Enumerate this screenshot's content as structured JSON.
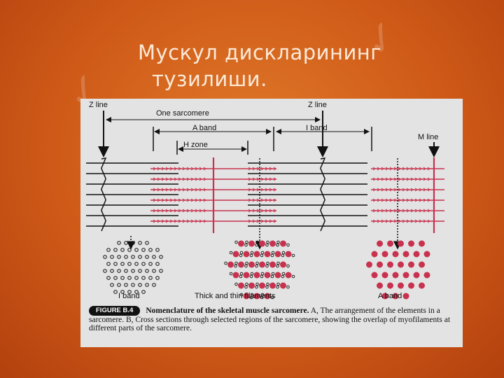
{
  "slide": {
    "title_line1": "Мускул дискларининг",
    "title_line2": "тузилиши."
  },
  "figure": {
    "labels": {
      "z_line_left": "Z line",
      "z_line_right": "Z line",
      "one_sarcomere": "One sarcomere",
      "a_band_top": "A band",
      "i_band_top": "I band",
      "h_zone": "H zone",
      "m_line": "M line",
      "panel_a": "A",
      "panel_b": "B",
      "cs_i_band": "I band",
      "cs_thick_thin": "Thick and thin filaments",
      "cs_a_band": "A band"
    },
    "colors": {
      "thick_filament": "#c8324e",
      "thin_filament": "#111111",
      "background": "#e3e3e3"
    },
    "caption": {
      "badge": "FIGURE B.4",
      "bold_text": "Nomenclature of the skeletal muscle sarcomere.",
      "rest_text": "A, The arrangement of the elements in a sarcomere. B, Cross sections through selected regions of the sarcomere, showing the overlap of myofilaments at different parts of the sarcomere."
    }
  }
}
